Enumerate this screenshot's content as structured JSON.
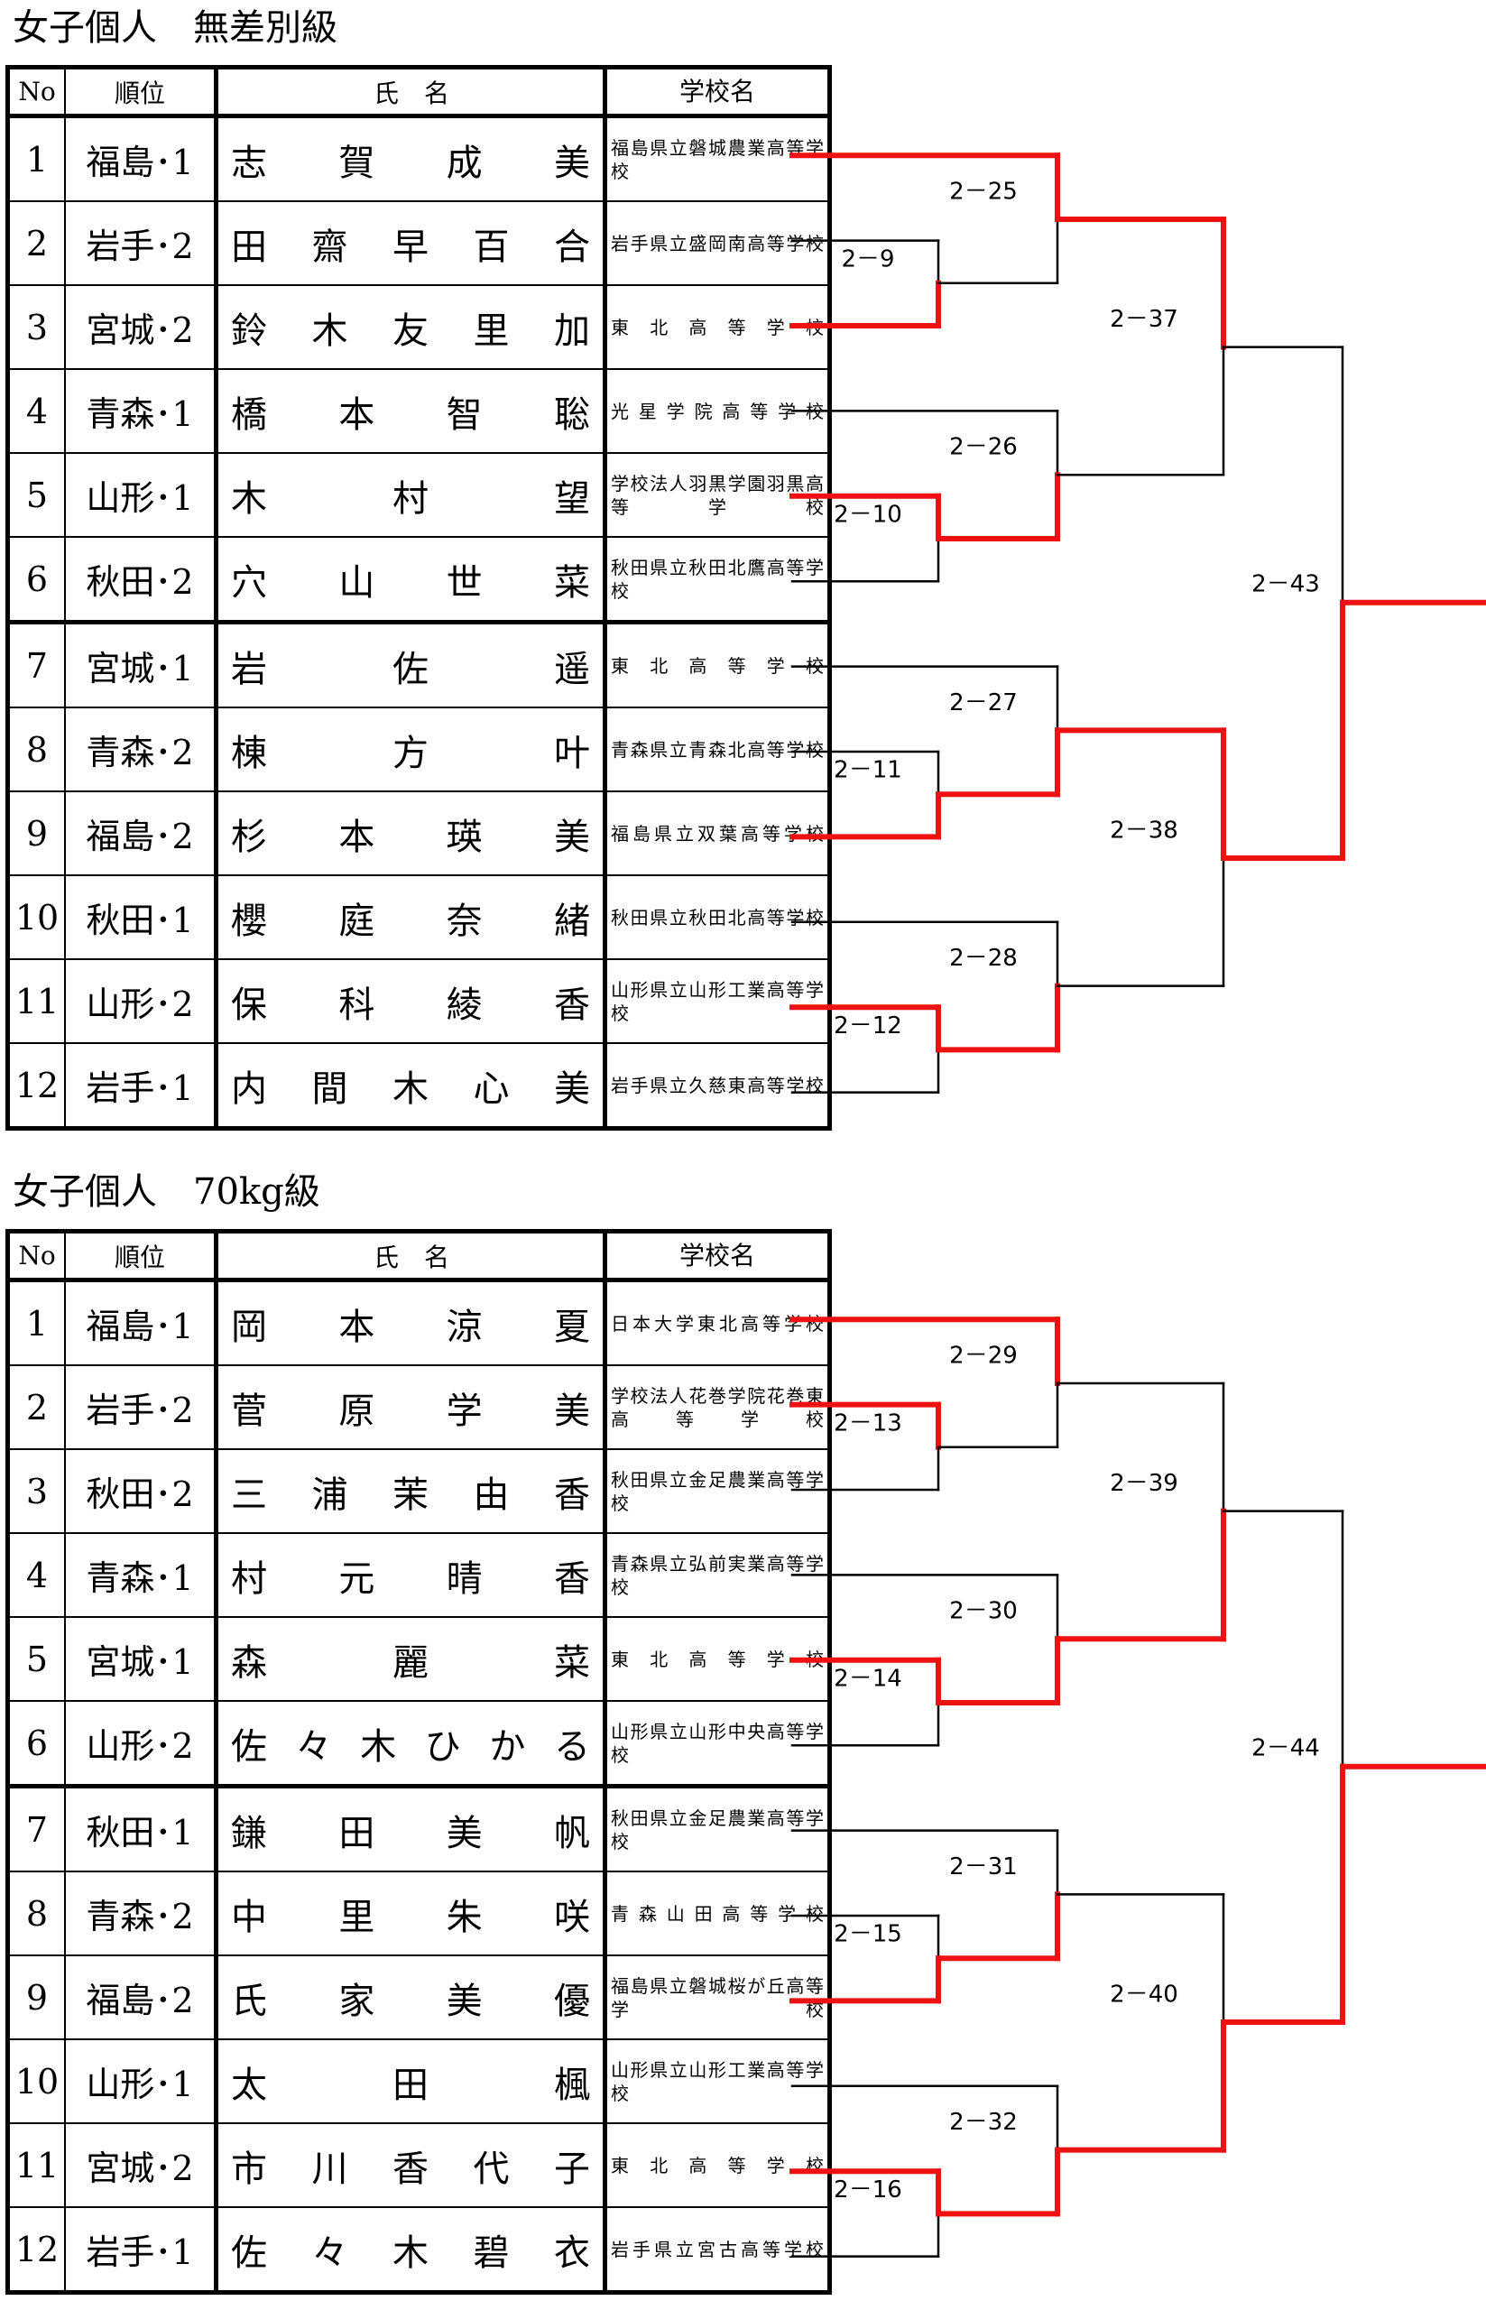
{
  "headers": {
    "no": "No",
    "rank": "順位",
    "name": "氏　名",
    "school": "学校名"
  },
  "sections": [
    {
      "title": "女子個人　無差別級",
      "rows": [
        {
          "no": "1",
          "rank": "福島･1",
          "name": "志賀成美",
          "school": "福島県立磐城農業高等学校"
        },
        {
          "no": "2",
          "rank": "岩手･2",
          "name": "田齋早百合",
          "school": "岩手県立盛岡南高等学校"
        },
        {
          "no": "3",
          "rank": "宮城･2",
          "name": "鈴木友里加",
          "school": "東北高等学校"
        },
        {
          "no": "4",
          "rank": "青森･1",
          "name": "橋本智聡",
          "school": "光星学院高等学校"
        },
        {
          "no": "5",
          "rank": "山形･1",
          "name": "木村望",
          "school": "学校法人羽黒学園羽黒高等学校"
        },
        {
          "no": "6",
          "rank": "秋田･2",
          "name": "穴山世菜",
          "school": "秋田県立秋田北鷹高等学校"
        },
        {
          "no": "7",
          "rank": "宮城･1",
          "name": "岩佐遥",
          "school": "東北高等学校"
        },
        {
          "no": "8",
          "rank": "青森･2",
          "name": "棟方叶",
          "school": "青森県立青森北高等学校"
        },
        {
          "no": "9",
          "rank": "福島･2",
          "name": "杉本瑛美",
          "school": "福島県立双葉高等学校"
        },
        {
          "no": "10",
          "rank": "秋田･1",
          "name": "櫻庭奈緒",
          "school": "秋田県立秋田北高等学校"
        },
        {
          "no": "11",
          "rank": "山形･2",
          "name": "保科綾香",
          "school": "山形県立山形工業高等学校"
        },
        {
          "no": "12",
          "rank": "岩手･1",
          "name": "内間木心美",
          "school": "岩手県立久慈東高等学校"
        }
      ],
      "matches": [
        "2－9",
        "2－10",
        "2－11",
        "2－12",
        "2－25",
        "2－26",
        "2－27",
        "2－28",
        "2－37",
        "2－38",
        "2－43"
      ]
    },
    {
      "title": "女子個人　70kg級",
      "rows": [
        {
          "no": "1",
          "rank": "福島･1",
          "name": "岡本涼夏",
          "school": "日本大学東北高等学校"
        },
        {
          "no": "2",
          "rank": "岩手･2",
          "name": "菅原学美",
          "school": "学校法人花巻学院花巻東高等学校"
        },
        {
          "no": "3",
          "rank": "秋田･2",
          "name": "三浦茉由香",
          "school": "秋田県立金足農業高等学校"
        },
        {
          "no": "4",
          "rank": "青森･1",
          "name": "村元晴香",
          "school": "青森県立弘前実業高等学校"
        },
        {
          "no": "5",
          "rank": "宮城･1",
          "name": "森麗菜",
          "school": "東北高等学校"
        },
        {
          "no": "6",
          "rank": "山形･2",
          "name": "佐々木ひかる",
          "school": "山形県立山形中央高等学校"
        },
        {
          "no": "7",
          "rank": "秋田･1",
          "name": "鎌田美帆",
          "school": "秋田県立金足農業高等学校"
        },
        {
          "no": "8",
          "rank": "青森･2",
          "name": "中里朱咲",
          "school": "青森山田高等学校"
        },
        {
          "no": "9",
          "rank": "福島･2",
          "name": "氏家美優",
          "school": "福島県立磐城桜が丘高等学校"
        },
        {
          "no": "10",
          "rank": "山形･1",
          "name": "太田楓",
          "school": "山形県立山形工業高等学校"
        },
        {
          "no": "11",
          "rank": "宮城･2",
          "name": "市川香代子",
          "school": "東北高等学校"
        },
        {
          "no": "12",
          "rank": "岩手･1",
          "name": "佐々木碧衣",
          "school": "岩手県立宮古高等学校"
        }
      ],
      "matches": [
        "2－13",
        "2－14",
        "2－15",
        "2－16",
        "2－29",
        "2－30",
        "2－31",
        "2－32",
        "2－39",
        "2－40",
        "2－44"
      ]
    }
  ],
  "colors": {
    "winner_line": "#ee1111",
    "line": "#000000"
  }
}
